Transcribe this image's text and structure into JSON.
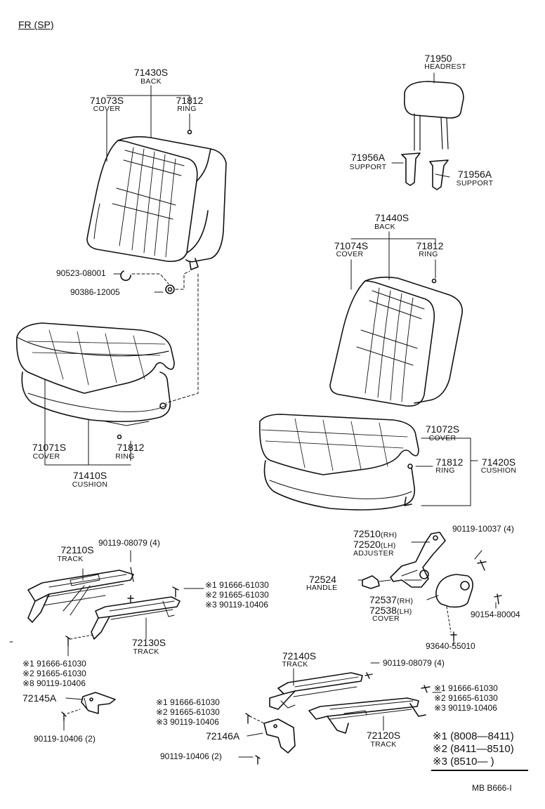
{
  "header": "FR (SP)",
  "footer": "MB B666-I",
  "labels": {
    "p71430": {
      "num": "71430S",
      "name": "BACK"
    },
    "p71073": {
      "num": "71073S",
      "name": "COVER"
    },
    "p71812a": {
      "num": "71812",
      "name": "RING"
    },
    "p71950": {
      "num": "71950",
      "name": "HEADREST"
    },
    "p71956a": {
      "num": "71956A",
      "name": "SUPPORT"
    },
    "p71956b": {
      "num": "71956A",
      "name": "SUPPORT"
    },
    "p90523": "90523-08001",
    "p90386": "90386-12005",
    "p71440": {
      "num": "71440S",
      "name": "BACK"
    },
    "p71074": {
      "num": "71074S",
      "name": "COVER"
    },
    "p71812b": {
      "num": "71812",
      "name": "RING"
    },
    "p71071": {
      "num": "71071S",
      "name": "COVER"
    },
    "p71812c": {
      "num": "71812",
      "name": "RING"
    },
    "p71410": {
      "num": "71410S",
      "name": "CUSHION"
    },
    "p71072": {
      "num": "71072S",
      "name": "COVER"
    },
    "p71812d": {
      "num": "71812",
      "name": "RING"
    },
    "p71420": {
      "num": "71420S",
      "name": "CUSHION"
    },
    "p72510": {
      "num": "72510",
      "suffix": "(RH)"
    },
    "p72520": {
      "num": "72520",
      "suffix": "(LH)",
      "name": "ADJUSTER"
    },
    "p90119_10037": "90119-10037 (4)",
    "p72524": {
      "num": "72524",
      "name": "HANDLE"
    },
    "p72537": {
      "num": "72537",
      "suffix": "(RH)"
    },
    "p72538": {
      "num": "72538",
      "suffix": "(LH)",
      "name": "COVER"
    },
    "p90154": "90154-80004",
    "p93640": "93640-55010",
    "p72110": {
      "num": "72110S",
      "name": "TRACK"
    },
    "p90119_08079a": "90119-08079 (4)",
    "p72130": {
      "num": "72130S",
      "name": "TRACK"
    },
    "p72145": "72145A",
    "p90119_10406a": "90119-10406 (2)",
    "p72140": {
      "num": "72140S",
      "name": "TRACK"
    },
    "p90119_08079b": "90119-08079 (4)",
    "p72146": "72146A",
    "p90119_10406b": "90119-10406 (2)",
    "p72120": {
      "num": "72120S",
      "name": "TRACK"
    }
  },
  "alt_groups": {
    "g1": [
      "※1 91666-61030",
      "※2 91665-61030",
      "※3 90119-10406"
    ],
    "g2": [
      "※1 91666-61030",
      "※2 91665-61030",
      "※8 90119-10406"
    ],
    "g3": [
      "※1 91666-61030",
      "※2 91665-61030",
      "※3 90119-10406"
    ],
    "g4": [
      "※1 91666-61030",
      "※2 91665-61030",
      "※3 90119-10406"
    ]
  },
  "legend": [
    "※1 (8008—8411)",
    "※2 (8411—8510)",
    "※3 (8510—      )"
  ]
}
